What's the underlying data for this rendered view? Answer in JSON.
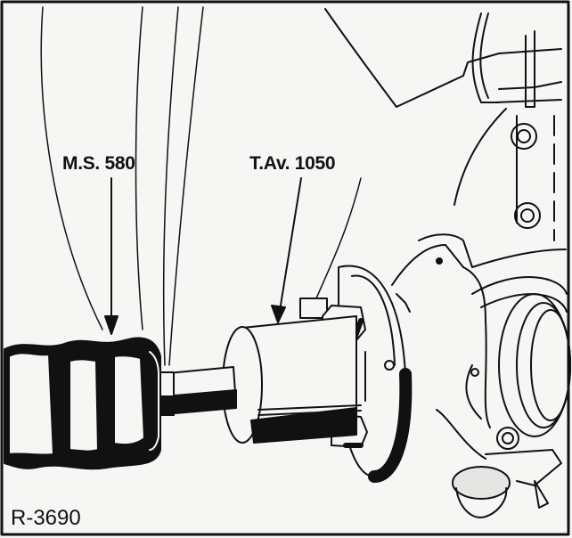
{
  "figure": {
    "id": "R-3690",
    "labels": [
      {
        "text": "M.S. 580",
        "target": "slide-hammer-handle"
      },
      {
        "text": "T.Av. 1050",
        "target": "hub-puller-adapter"
      }
    ]
  },
  "colors": {
    "ink": "#111111",
    "paper": "#f6f6f4"
  }
}
